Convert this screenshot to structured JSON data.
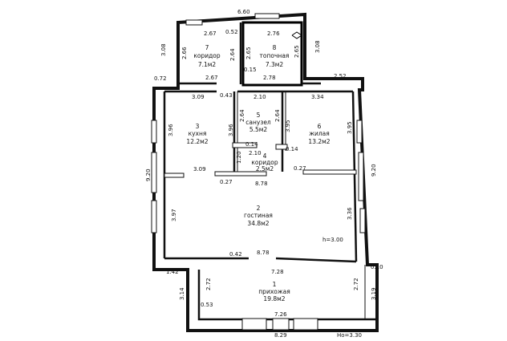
{
  "rooms": [
    {
      "num": "1",
      "name": "прихожая",
      "area": "19.8м2"
    },
    {
      "num": "2",
      "name": "гостиная",
      "area": "34.8м2"
    },
    {
      "num": "3",
      "name": "кухня",
      "area": "12.2м2"
    },
    {
      "num": "4",
      "name": "коридор",
      "area": "2.5м2"
    },
    {
      "num": "5",
      "name": "санузел",
      "area": "5.5м2"
    },
    {
      "num": "6",
      "name": "жилая",
      "area": "13.2м2"
    },
    {
      "num": "7",
      "name": "коридор",
      "area": "7.1м2"
    },
    {
      "num": "8",
      "name": "топочная",
      "area": "7.3м2"
    }
  ],
  "dimensions": {
    "top_6_60": "6.60",
    "d_2_67a": "2.67",
    "d_0_52": "0.52",
    "d_2_76": "2.76",
    "d_3_08_left": "3.08",
    "d_3_08_right": "3.08",
    "d_2_66": "2.66",
    "d_2_64a": "2.64",
    "d_2_65a": "2.65",
    "d_2_65b": "2.65",
    "d_0_15": "0.15",
    "d_2_67b": "2.67",
    "d_2_78": "2.78",
    "d_0_72": "0.72",
    "d_2_52": "2.52",
    "d_0_43": "0.43",
    "d_3_09a": "3.09",
    "d_2_10a": "2.10",
    "d_3_34": "3.34",
    "d_3_96a": "3.96",
    "d_3_96b": "3.96",
    "d_2_64b": "2.64",
    "d_3_95a": "3.95",
    "d_2_64c": "2.64",
    "d_3_95b": "3.95",
    "d_0_14a": "0.14",
    "d_2_10b": "2.10",
    "d_0_14b": "0.14",
    "d_1_20": "1.20",
    "d_9_20_left": "9.20",
    "d_9_20_right": "9.20",
    "d_3_09b": "3.09",
    "d_0_27a": "0.27",
    "d_8_78a": "8.78",
    "d_0_27b": "0.27",
    "d_3_97": "3.97",
    "d_3_36": "3.36",
    "h_3_00": "h=3.00",
    "d_0_42": "0.42",
    "d_8_78b": "8.78",
    "d_1_42": "1.42",
    "d_7_28": "7.28",
    "d_0_10": "0.10",
    "d_3_14": "3.14",
    "d_2_72a": "2.72",
    "d_2_72b": "2.72",
    "d_3_19": "3.19",
    "d_0_53": "0.53",
    "d_7_26": "7.26",
    "d_8_29": "8.29",
    "h_3_30": "Hо=3.30"
  }
}
